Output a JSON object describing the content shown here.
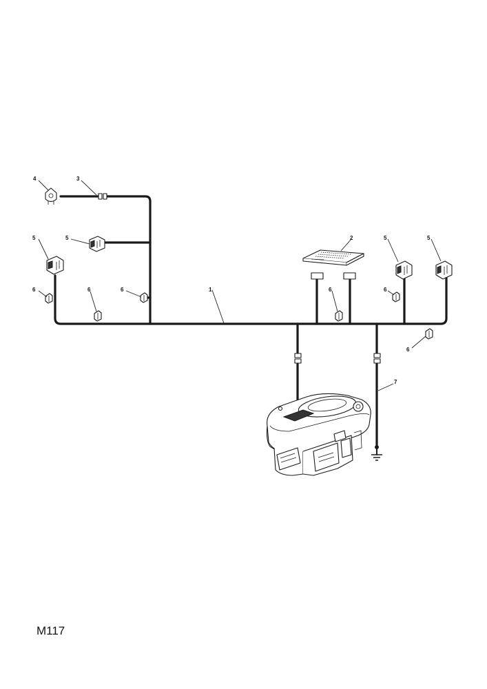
{
  "callouts": {
    "c1": "1",
    "c2": "2",
    "c3": "3",
    "c4": "4",
    "c5a": "5",
    "c5b": "5",
    "c5c": "5",
    "c5d": "5",
    "c6a": "6",
    "c6b": "6",
    "c6c": "6",
    "c6d": "6",
    "c6e": "6",
    "c6f": "6",
    "c7": "7"
  },
  "drawing_code": "M117",
  "colors": {
    "line": "#1a1a1a",
    "background": "#ffffff"
  },
  "icons": [
    "bulb-icon",
    "switch-icon",
    "circuit-board-icon",
    "clip-icon",
    "engine-icon",
    "ground-icon",
    "connector-icon"
  ]
}
